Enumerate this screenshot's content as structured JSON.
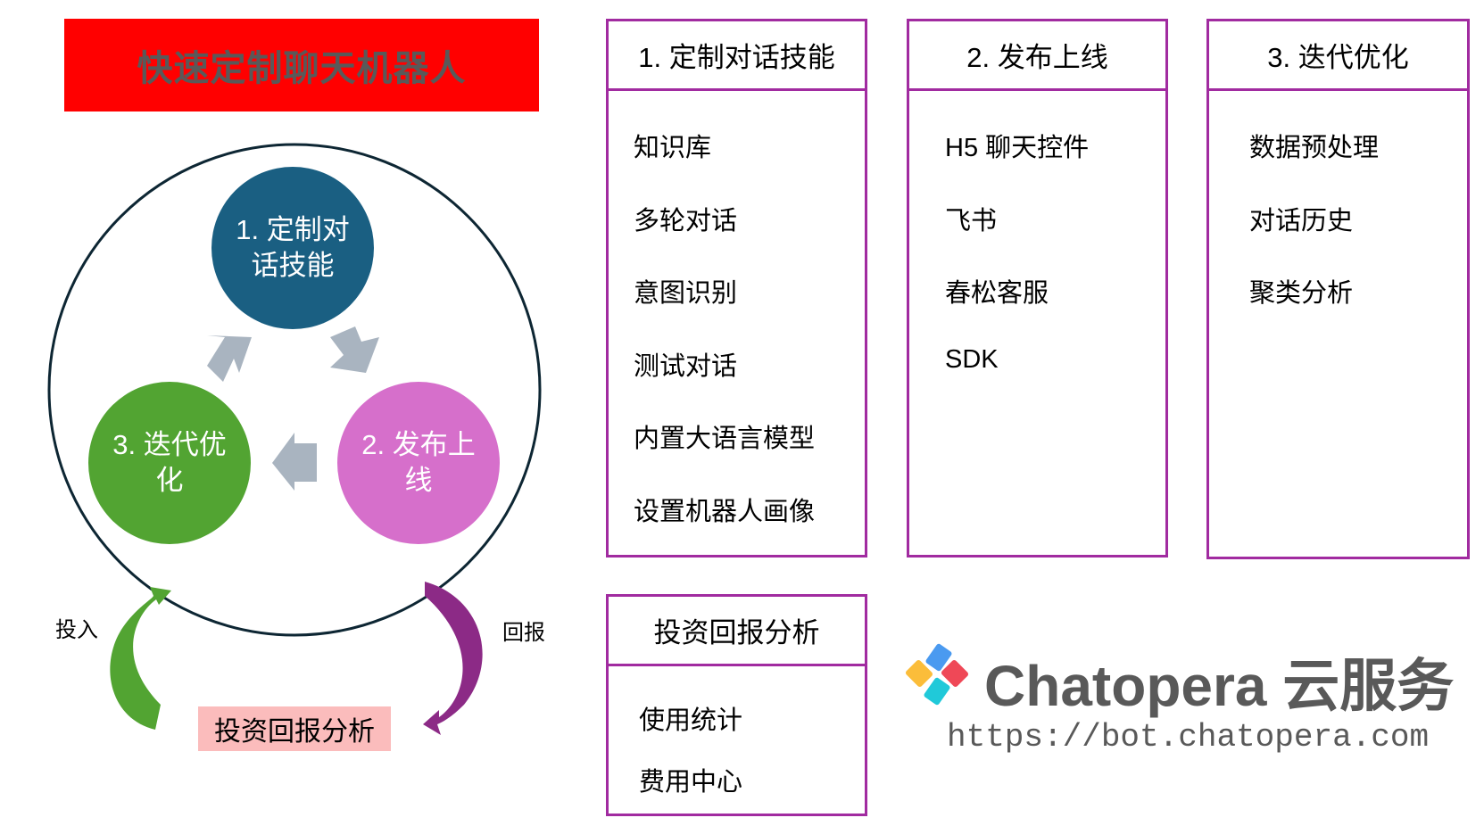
{
  "title": "快速定制聊天机器人",
  "cycle": {
    "step1": "1.  定制对话技能",
    "step2": "2.  发布上线",
    "step3": "3.  迭代优化",
    "input_label": "投入",
    "return_label": "回报",
    "roi_label": "投资回报分析",
    "colors": {
      "step1": "#1a5f82",
      "step2": "#d66fcb",
      "step3": "#52a432",
      "arrow": "#a9b4c0",
      "input_arrow": "#52a432",
      "return_arrow": "#8c2a86"
    }
  },
  "panels": [
    {
      "title": "1. 定制对话技能",
      "items": [
        "知识库",
        "多轮对话",
        "意图识别",
        "测试对话",
        "内置大语言模型",
        "设置机器人画像"
      ]
    },
    {
      "title": "2. 发布上线",
      "items": [
        "H5 聊天控件",
        "飞书",
        "春松客服",
        "SDK"
      ]
    },
    {
      "title": "3. 迭代优化",
      "items": [
        "数据预处理",
        "对话历史",
        "聚类分析"
      ]
    },
    {
      "title": "投资回报分析",
      "items": [
        "使用统计",
        "费用中心"
      ]
    }
  ],
  "brand": {
    "name": "Chatopera 云服务",
    "url": "https://bot.chatopera.com"
  },
  "border_color": "#a12ba0"
}
